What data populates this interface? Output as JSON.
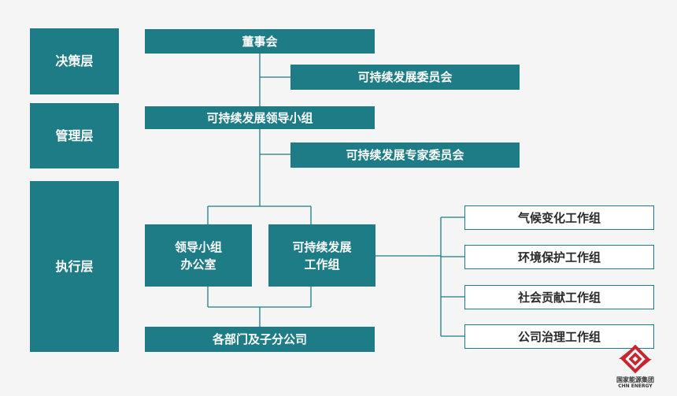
{
  "layers": {
    "decision": "决策层",
    "management": "管理层",
    "execution": "执行层"
  },
  "nodes": {
    "board": "董事会",
    "sd_committee": "可持续发展委员会",
    "sd_leading_group": "可持续发展领导小组",
    "sd_expert_committee": "可持续发展专家委员会",
    "leading_group_office": [
      "领导小组",
      "办公室"
    ],
    "sd_work_group": [
      "可持续发展",
      "工作组"
    ],
    "departments": "各部门及子分公司"
  },
  "work_groups": [
    "气候变化工作组",
    "环境保护工作组",
    "社会贡献工作组",
    "公司治理工作组"
  ],
  "logo": {
    "name_cn": "国家能源集团",
    "name_en": "CHN ENERGY"
  },
  "colors": {
    "teal": "#1d7c86",
    "line": "#1d7c86",
    "background": "#f5f5f5",
    "logo_red": "#c8262e"
  }
}
